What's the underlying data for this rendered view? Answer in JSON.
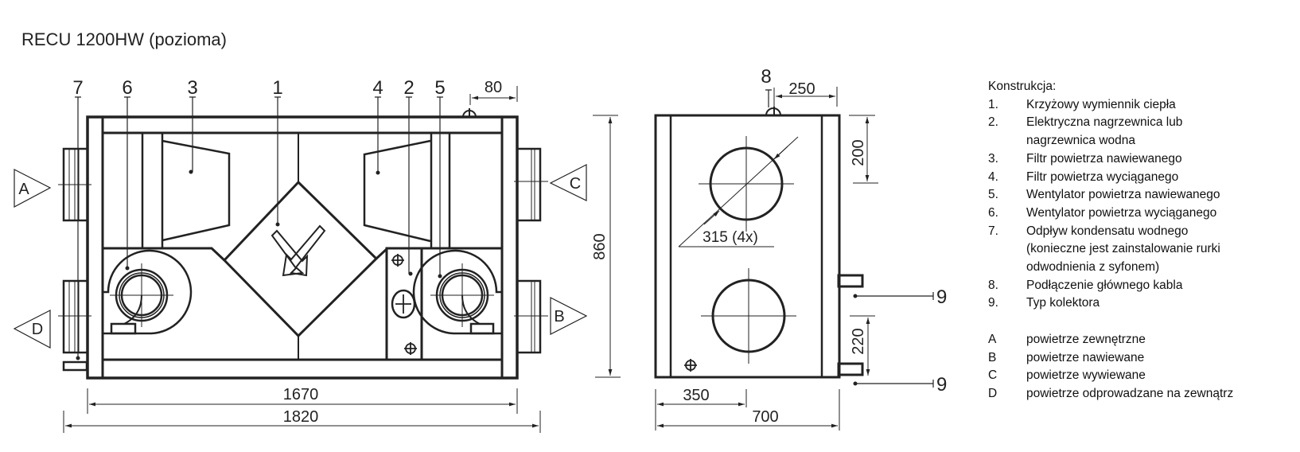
{
  "title": "RECU 1200HW (pozioma)",
  "front_view": {
    "part_labels": [
      "7",
      "6",
      "3",
      "1",
      "4",
      "2",
      "5"
    ],
    "dims": {
      "top_offset": "80",
      "inner_width": "1670",
      "outer_width": "1820"
    },
    "airflows": [
      "A",
      "D",
      "C",
      "B"
    ]
  },
  "side_view": {
    "cable_label": "8",
    "dims": {
      "cable_offset": "250",
      "height": "860",
      "top_spigot": "200",
      "bottom_spigot": "220",
      "spigot_offset": "350",
      "width": "700",
      "diameter": "315 (4x)"
    },
    "collector_labels": [
      "9",
      "9"
    ]
  },
  "legend": {
    "heading": "Konstrukcja:",
    "items": [
      {
        "num": "1.",
        "text": "Krzyżowy wymiennik ciepła"
      },
      {
        "num": "2.",
        "text": "Elektryczna nagrzewnica lub"
      },
      {
        "num": "",
        "text": "nagrzewnica wodna"
      },
      {
        "num": "3.",
        "text": "Filtr powietrza nawiewanego"
      },
      {
        "num": "4.",
        "text": "Filtr powietrza wyciąganego"
      },
      {
        "num": "5.",
        "text": "Wentylator powietrza nawiewanego"
      },
      {
        "num": "6.",
        "text": "Wentylator powietrza wyciąganego"
      },
      {
        "num": "7.",
        "text": "Odpływ kondensatu wodnego"
      },
      {
        "num": "",
        "text": "(konieczne jest zainstalowanie rurki"
      },
      {
        "num": "",
        "text": "odwodnienia z syfonem)"
      },
      {
        "num": "8.",
        "text": "Podłączenie głównego kabla"
      },
      {
        "num": "9.",
        "text": "Typ kolektora"
      }
    ],
    "air": [
      {
        "num": "A",
        "text": "powietrze zewnętrzne"
      },
      {
        "num": "B",
        "text": "powietrze nawiewane"
      },
      {
        "num": "C",
        "text": "powietrze wywiewane"
      },
      {
        "num": "D",
        "text": "powietrze odprowadzane na zewnątrz"
      }
    ]
  }
}
